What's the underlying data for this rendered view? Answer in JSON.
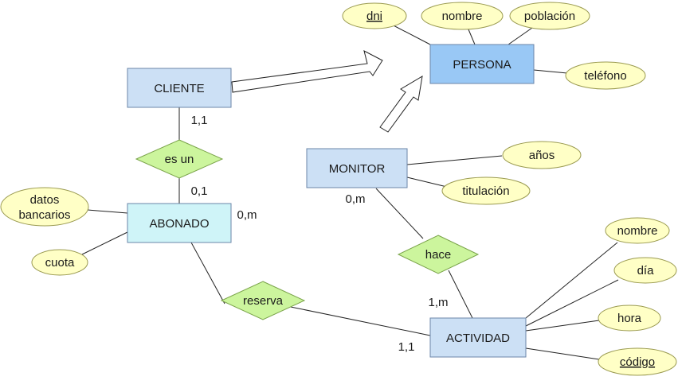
{
  "colors": {
    "entity_fill": "#cce0f5",
    "entity_highlight_fill": "#99c8f5",
    "entity_sub_fill": "#cff4f8",
    "entity_stroke": "#6b86a8",
    "relation_fill": "#ccf59d",
    "relation_stroke": "#7aa34a",
    "attribute_fill": "#ffffc6",
    "attribute_stroke": "#9a9a50",
    "line": "#222222"
  },
  "entities": {
    "persona": "PERSONA",
    "cliente": "CLIENTE",
    "monitor": "MONITOR",
    "abonado": "ABONADO",
    "actividad": "ACTIVIDAD"
  },
  "relations": {
    "es_un": "es un",
    "hace": "hace",
    "reserva": "reserva"
  },
  "attributes": {
    "dni": "dni",
    "nombre_persona": "nombre",
    "poblacion": "población",
    "telefono": "teléfono",
    "anos": "años",
    "titulacion": "titulación",
    "datos_bancarios_1": "datos",
    "datos_bancarios_2": "bancarios",
    "cuota": "cuota",
    "nombre_actividad": "nombre",
    "dia": "día",
    "hora": "hora",
    "codigo": "código"
  },
  "cardinalities": {
    "cliente_es_un": "1,1",
    "abonado_es_un": "0,1",
    "abonado_reserva": "0,m",
    "monitor_hace": "0,m",
    "actividad_hace": "1,m",
    "actividad_reserva": "1,1"
  }
}
